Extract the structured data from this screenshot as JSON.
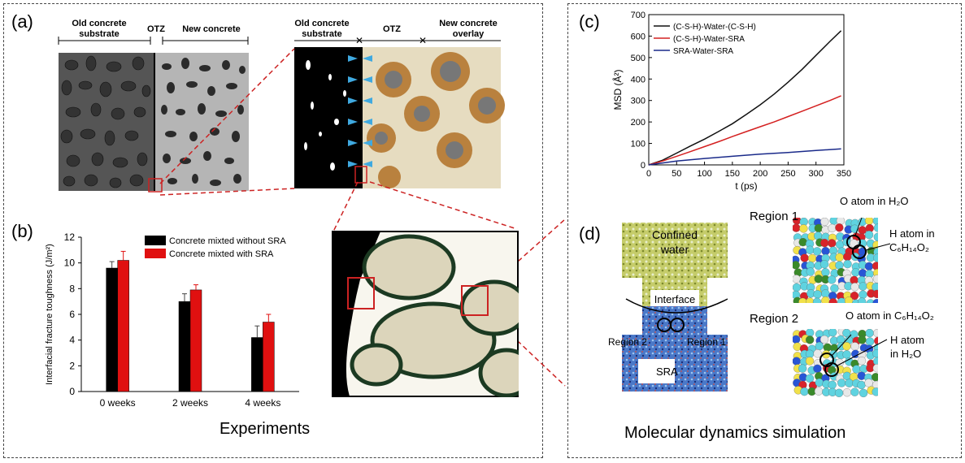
{
  "left_panel": {
    "caption": "Experiments",
    "a": {
      "label": "(a)",
      "schematic1": {
        "old": "Old concrete\nsubstrate",
        "otz": "OTZ",
        "new": "New concrete"
      },
      "schematic2": {
        "old": "Old concrete\nsubstrate",
        "otz": "OTZ",
        "new": "New concrete\noverlay"
      }
    },
    "b": {
      "label": "(b)",
      "ylabel": "Interfacial fracture toughness (J/m²)"
    }
  },
  "right_panel": {
    "caption": "Molecular dynamics simulation",
    "c": {
      "label": "(c)"
    },
    "d": {
      "label": "(d)",
      "confined_water": "Confined\nwater",
      "interface": "Interface",
      "region1_inner": "Region 1",
      "region2_inner": "Region 2",
      "sra": "SRA",
      "region1_title": "Region 1",
      "region2_title": "Region 2",
      "r1_o_label": "O atom in H₂O",
      "r1_h_label": "H atom in\nC₆H₁₄O₂",
      "r2_o_label": "O atom in C₆H₁₄O₂",
      "r2_h_label": "H atom\nin H₂O"
    }
  },
  "chart_data": [
    {
      "type": "bar",
      "categories": [
        "0 weeks",
        "2 weeks",
        "4 weeks"
      ],
      "series": [
        {
          "name": "Concrete mixted without SRA",
          "values": [
            9.6,
            7.0,
            4.2
          ],
          "errors": [
            0.5,
            0.6,
            0.9
          ],
          "color": "#000000"
        },
        {
          "name": "Concrete mixted with SRA",
          "values": [
            10.2,
            7.9,
            5.4
          ],
          "errors": [
            0.7,
            0.4,
            0.6
          ],
          "color": "#e01010"
        }
      ],
      "ylabel": "Interfacial fracture toughness (J/m²)",
      "ylim": [
        0,
        12
      ],
      "yticks": [
        0,
        2,
        4,
        6,
        8,
        10,
        12
      ],
      "legend": "top-right"
    },
    {
      "type": "line",
      "xlabel": "t (ps)",
      "ylabel": "MSD (Å²)",
      "xlim": [
        0,
        350
      ],
      "ylim": [
        0,
        700
      ],
      "xticks": [
        0,
        50,
        100,
        150,
        200,
        250,
        300,
        350
      ],
      "yticks": [
        0,
        100,
        200,
        300,
        400,
        500,
        600,
        700
      ],
      "legend": "top-left",
      "series": [
        {
          "name": "(C-S-H)-Water-(C-S-H)",
          "color": "#111111",
          "x": [
            0,
            25,
            50,
            75,
            100,
            125,
            150,
            175,
            200,
            225,
            250,
            275,
            300,
            325,
            345
          ],
          "y": [
            0,
            22,
            55,
            88,
            120,
            155,
            192,
            235,
            280,
            330,
            385,
            445,
            510,
            575,
            625
          ]
        },
        {
          "name": "(C-S-H)-Water-SRA",
          "color": "#d42020",
          "x": [
            0,
            25,
            50,
            75,
            100,
            125,
            150,
            175,
            200,
            225,
            250,
            275,
            300,
            325,
            345
          ],
          "y": [
            0,
            18,
            40,
            62,
            85,
            108,
            132,
            155,
            178,
            200,
            225,
            250,
            275,
            300,
            322
          ]
        },
        {
          "name": "SRA-Water-SRA",
          "color": "#1a2a8a",
          "x": [
            0,
            50,
            100,
            150,
            200,
            250,
            300,
            345
          ],
          "y": [
            0,
            18,
            30,
            40,
            50,
            58,
            67,
            75
          ]
        }
      ]
    }
  ]
}
